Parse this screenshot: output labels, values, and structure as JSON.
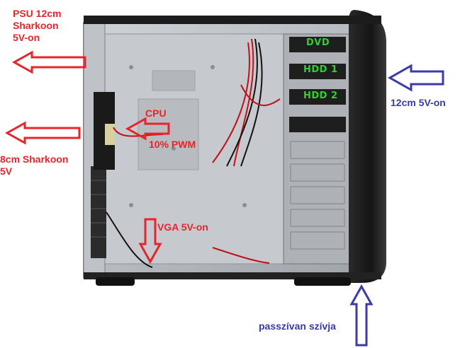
{
  "annotations": {
    "psu": [
      "PSU 12cm",
      "Sharkoon",
      "5V-on"
    ],
    "side_fan": [
      "8cm Sharkoon",
      "5V"
    ],
    "cpu": "CPU",
    "cpu_pwm": "10% PWM",
    "vga": "VGA 5V-on",
    "front_fan": "12cm 5V-on",
    "intake": "passzívan szívja"
  },
  "bays": {
    "dvd": "DVD",
    "hdd1": "HDD 1",
    "hdd2": "HDD 2"
  },
  "colors": {
    "red_label": "#e8242a",
    "blue_label": "#3a3aa8",
    "bay_label": "#2fd12f",
    "case_black": "#1c1c1c",
    "case_metal": "#b9bdc3"
  }
}
